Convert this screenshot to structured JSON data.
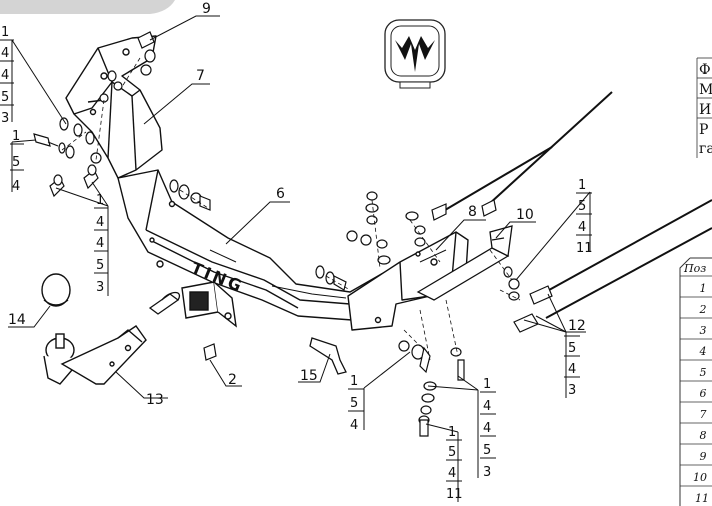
{
  "diagram": {
    "callouts": [
      {
        "id": "c9",
        "text": "9"
      },
      {
        "id": "c7",
        "text": "7"
      },
      {
        "id": "c6",
        "text": "6"
      },
      {
        "id": "c8",
        "text": "8"
      },
      {
        "id": "c10",
        "text": "10"
      },
      {
        "id": "c14",
        "text": "14"
      },
      {
        "id": "c13",
        "text": "13"
      },
      {
        "id": "c2",
        "text": "2"
      },
      {
        "id": "c15",
        "text": "15"
      },
      {
        "id": "c12",
        "text": "12"
      }
    ],
    "stacks": [
      {
        "id": "stack-top-left",
        "items": [
          "1",
          "4",
          "4",
          "5",
          "3"
        ]
      },
      {
        "id": "stack-left-bolt",
        "items": [
          "1",
          "5",
          "4"
        ]
      },
      {
        "id": "stack-left-mid",
        "items": [
          "1",
          "4",
          "4",
          "5",
          "3"
        ]
      },
      {
        "id": "stack-right-top",
        "items": [
          "1",
          "5",
          "4",
          "11"
        ]
      },
      {
        "id": "stack-right-12",
        "items": [
          "5",
          "4",
          "3"
        ]
      },
      {
        "id": "stack-bottom-a",
        "items": [
          "1",
          "5",
          "4"
        ]
      },
      {
        "id": "stack-bottom-b",
        "items": [
          "1",
          "4",
          "4",
          "5",
          "3"
        ]
      },
      {
        "id": "stack-bottom-c",
        "items": [
          "1",
          "5",
          "4",
          "11"
        ]
      }
    ],
    "beam_text": "TING",
    "right_text_rows": [
      "Ф",
      "М",
      "И",
      "Р",
      "га"
    ],
    "table": {
      "header": "Поз",
      "rows": [
        "1",
        "2",
        "3",
        "4",
        "5",
        "6",
        "7",
        "8",
        "9",
        "10",
        "11"
      ]
    }
  }
}
